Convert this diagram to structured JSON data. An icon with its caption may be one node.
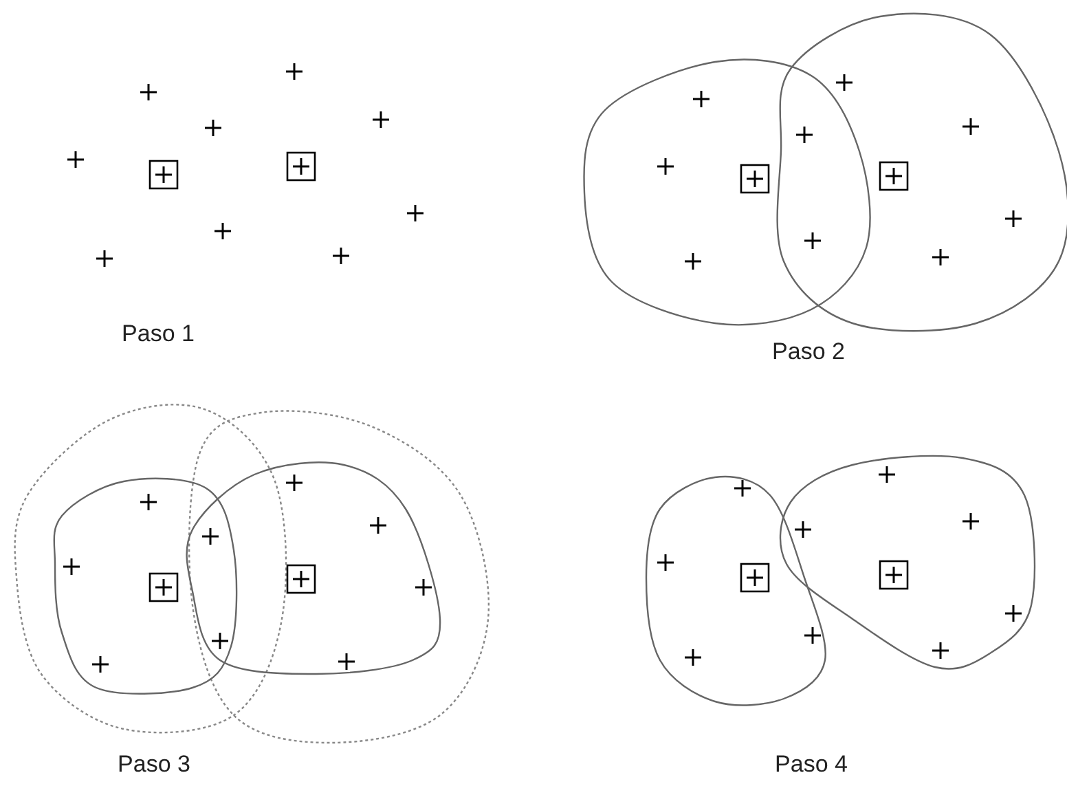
{
  "diagram": {
    "labels": [
      "Paso 1",
      "Paso 2",
      "Paso 3",
      "Paso 4"
    ]
  }
}
